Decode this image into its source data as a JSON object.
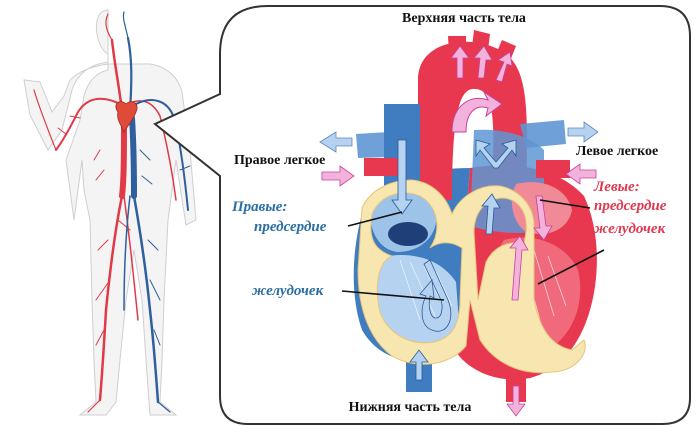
{
  "labels": {
    "upper_body": "Верхняя часть тела",
    "lower_body": "Нижняя часть тела",
    "right_lung": "Правое легкое",
    "left_lung": "Левое легкое",
    "right_heading": "Правые:",
    "right_atrium": "предсердие",
    "right_ventricle": "желудочек",
    "left_heading": "Левые:",
    "left_atrium": "предсердие",
    "left_ventricle": "желудочек"
  },
  "colors": {
    "arterial": "#e8384f",
    "venous": "#3f7cc0",
    "wall": "#f7e6b0",
    "callout_border": "#333333",
    "right_text": "#2a6ea6",
    "left_text": "#e0384e"
  }
}
